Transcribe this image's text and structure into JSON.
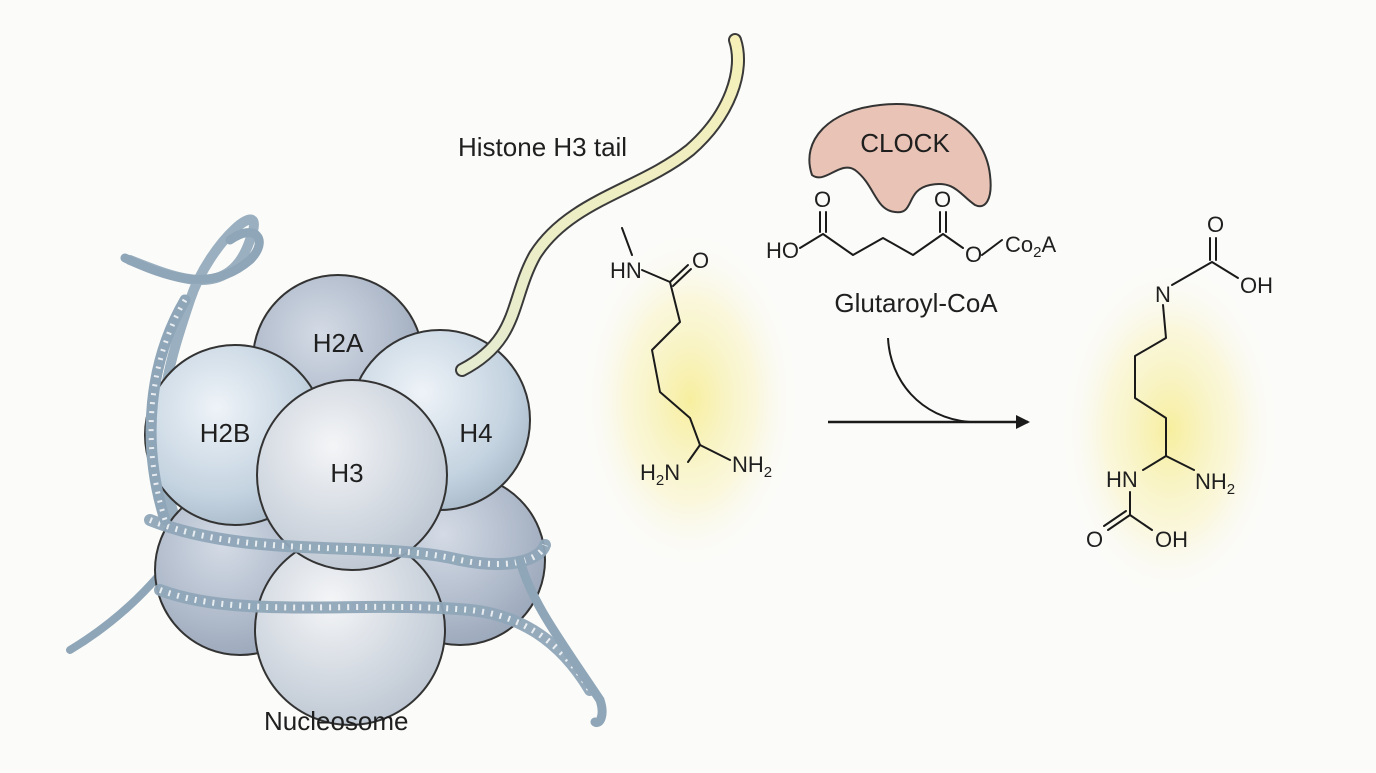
{
  "labels": {
    "histone_tail": "Histone H3 tail",
    "nucleosome": "Nucleosome",
    "enzyme": "CLOCK",
    "cofactor": "Glutaroyl-CoA"
  },
  "histones": {
    "h2a": "H2A",
    "h2b": "H2B",
    "h3": "H3",
    "h4": "H4"
  },
  "substrate": {
    "hn": "HN",
    "o": "O",
    "h2n_h": "H",
    "h2n_2": "2",
    "h2n_n": "N",
    "nh2_nh": "NH",
    "nh2_2": "2"
  },
  "glutaroyl": {
    "o_left": "O",
    "o_right": "O",
    "ho": "HO",
    "o_ester": "O",
    "coa_pre": "Co",
    "coa_sub": "2",
    "coa_post": "A"
  },
  "product": {
    "o_top": "O",
    "n_top": "N",
    "oh_top": "OH",
    "hn_bottom": "HN",
    "nh2_nh": "NH",
    "nh2_2": "2",
    "o_bottom": "O",
    "oh_bottom": "OH"
  },
  "colors": {
    "histone_fill": "#cddbe7",
    "histone_stroke": "#333333",
    "dna": "#8fa6b8",
    "tail_highlight": "#f4eeb0",
    "clock_fill": "#e8c3b6",
    "arrow": "#1a1a1a",
    "glow": "#f8f0a0"
  }
}
